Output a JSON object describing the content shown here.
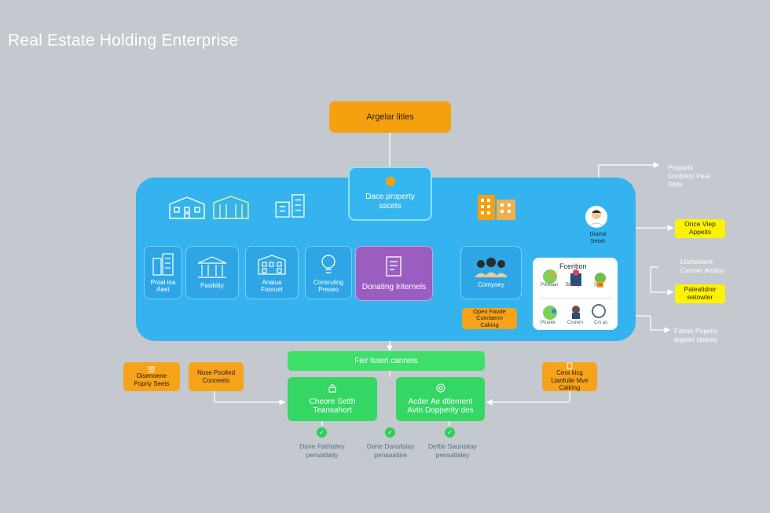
{
  "title": "Real Estate Holding Enterprise",
  "top_node": "Argelar lities",
  "central_node": {
    "line1": "Dace property",
    "line2": "sscets"
  },
  "building_cards": [
    {
      "line1": "Proal ioa",
      "line2": "Aeet"
    },
    {
      "line1": "Pasibiity",
      "line2": ""
    },
    {
      "line1": "Anaiua",
      "line2": "Fooruet"
    },
    {
      "line1": "Consruling",
      "line2": "Preoeo"
    }
  ],
  "purple_node": "Donating Iriternels",
  "community_node": "Comyoey",
  "white_card": {
    "heading": "Fcerition",
    "labels": [
      "Prkeaan",
      "Bnsaty",
      "Soe",
      "Piranle",
      "Crurem",
      "Crs ac"
    ]
  },
  "person": {
    "line1": "Diaeal",
    "line2": "Setah"
  },
  "right_notes": {
    "top": [
      "Proparts",
      "Conbtion Peal",
      "Itops"
    ],
    "mid": [
      "Ltiefoolaint",
      "Carmer Aeploy"
    ],
    "bottom": [
      "Fatrah Popeity",
      "drgelet cleenty"
    ]
  },
  "yellow_boxes": {
    "first": [
      "Once Vlep",
      "Appeits"
    ],
    "second": [
      "Paleatidrer",
      "eatowter"
    ]
  },
  "orange_inner": [
    "Opeo Faode",
    "Cutvlaenn",
    "Caking"
  ],
  "orange_left_1": [
    "Disenoene",
    "Popriy Seets"
  ],
  "orange_left_2": [
    "Nose Poolted",
    "Conneets"
  ],
  "orange_right": [
    "Cera kicg",
    "Lianfulle Mve",
    "Caiking"
  ],
  "green_bar": "Fier lsseri canneis",
  "green_left": [
    "Cheore Setth",
    "Teansahort"
  ],
  "green_right": [
    "Acder Ae dtlement",
    "Avtn Dopperity des"
  ],
  "bottom_notes": [
    [
      "Dane Fatrlatley",
      "penvatlaity"
    ],
    [
      "Dahe Dansfalay",
      "pensaatine"
    ],
    [
      "Deftie Saunsitay",
      "pensatlaley"
    ]
  ],
  "colors": {
    "background": "#c3c9cf",
    "panel": "#35b3ef",
    "orange": "#f5a00f",
    "green": "#3ee06a",
    "yellow": "#fff200",
    "purple": "#9a5ec1"
  }
}
